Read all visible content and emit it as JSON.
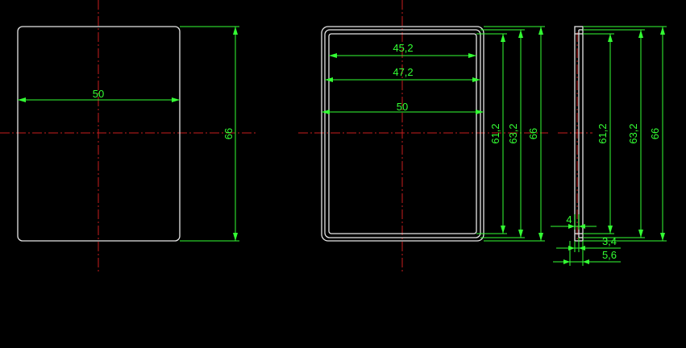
{
  "drawing": {
    "view_front": {
      "width_label": "50",
      "height_label": "66"
    },
    "view_section": {
      "width_45_2": "45,2",
      "width_47_2": "47,2",
      "width_50": "50",
      "height_61_2": "61,2",
      "height_63_2": "63,2",
      "height_66": "66"
    },
    "view_side": {
      "thickness_4": "4",
      "thickness_3_4": "3,4",
      "thickness_5_6": "5,6",
      "height_61_2": "61,2",
      "height_63_2": "63,2",
      "height_66": "66"
    },
    "colors": {
      "background": "#000000",
      "outline": "#e6e6e6",
      "dimension": "#33ff33",
      "centerline": "#c81e1e"
    }
  }
}
